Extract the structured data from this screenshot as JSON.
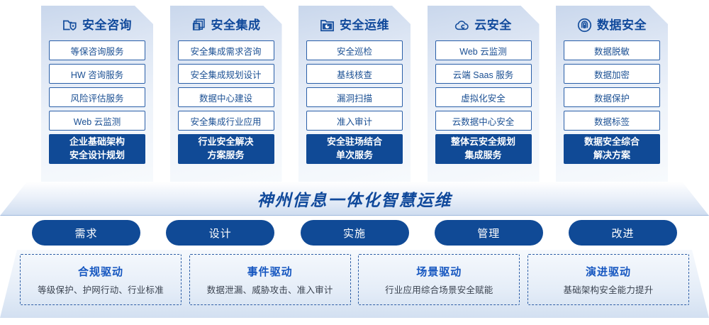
{
  "columns": [
    {
      "icon": "folder-shield-icon",
      "title": "安全咨询",
      "items": [
        "等保咨询服务",
        "HW 咨询服务",
        "风险评估服务",
        "Web 云监测"
      ],
      "highlight": [
        "企业基础架构",
        "安全设计规划"
      ]
    },
    {
      "icon": "stacked-documents-icon",
      "title": "安全集成",
      "items": [
        "安全集成需求咨询",
        "安全集成规划设计",
        "数据中心建设",
        "安全集成行业应用"
      ],
      "highlight": [
        "行业安全解决",
        "方案服务"
      ]
    },
    {
      "icon": "folder-chart-icon",
      "title": "安全运维",
      "items": [
        "安全巡检",
        "基线核查",
        "漏洞扫描",
        "准入审计"
      ],
      "highlight": [
        "安全驻场结合",
        "单次服务"
      ]
    },
    {
      "icon": "cloud-icon",
      "title": "云安全",
      "items": [
        "Web 云监测",
        "云端 Saas 服务",
        "虚拟化安全",
        "云数据中心安全"
      ],
      "highlight": [
        "整体云安全规划",
        "集成服务"
      ]
    },
    {
      "icon": "fingerprint-icon",
      "title": "数据安全",
      "items": [
        "数据脱敏",
        "数据加密",
        "数据保护",
        "数据标签"
      ],
      "highlight": [
        "数据安全综合",
        "解决方案"
      ]
    }
  ],
  "banner": {
    "text": "神州信息一体化智慧运维"
  },
  "pills": [
    {
      "label": "需求"
    },
    {
      "label": "设计"
    },
    {
      "label": "实施"
    },
    {
      "label": "管理"
    },
    {
      "label": "改进"
    }
  ],
  "drivers": [
    {
      "title": "合规驱动",
      "desc": "等级保护、护网行动、行业标准"
    },
    {
      "title": "事件驱动",
      "desc": "数据泄漏、威胁攻击、准入审计"
    },
    {
      "title": "场景驱动",
      "desc": "行业应用综合场景安全赋能"
    },
    {
      "title": "演进驱动",
      "desc": "基础架构安全能力提升"
    }
  ],
  "colors": {
    "brand_blue": "#104a96",
    "title_blue": "#10499b",
    "item_border": "#2a5fa8",
    "driver_title": "#1556c0"
  }
}
